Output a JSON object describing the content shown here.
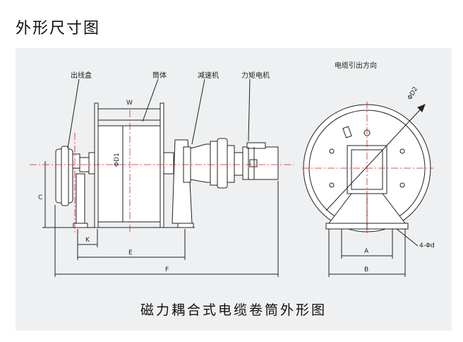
{
  "heading": "外形尺寸图",
  "caption": "磁力耦合式电缆卷筒外形图",
  "callouts": {
    "junction_box": "出线盒",
    "drum": "筒体",
    "reducer": "减速机",
    "torque_motor": "力矩电机",
    "cable_direction": "电缆引出方向"
  },
  "dimensions": {
    "W": "W",
    "D1": "ΦD1",
    "D2": "ΦD2",
    "C": "C",
    "K": "K",
    "E": "E",
    "F": "F",
    "A": "A",
    "B": "B",
    "holes": "4-Φd"
  },
  "colors": {
    "centerline": "#d92020",
    "panel": "#eef0f1",
    "line": "#222222"
  }
}
